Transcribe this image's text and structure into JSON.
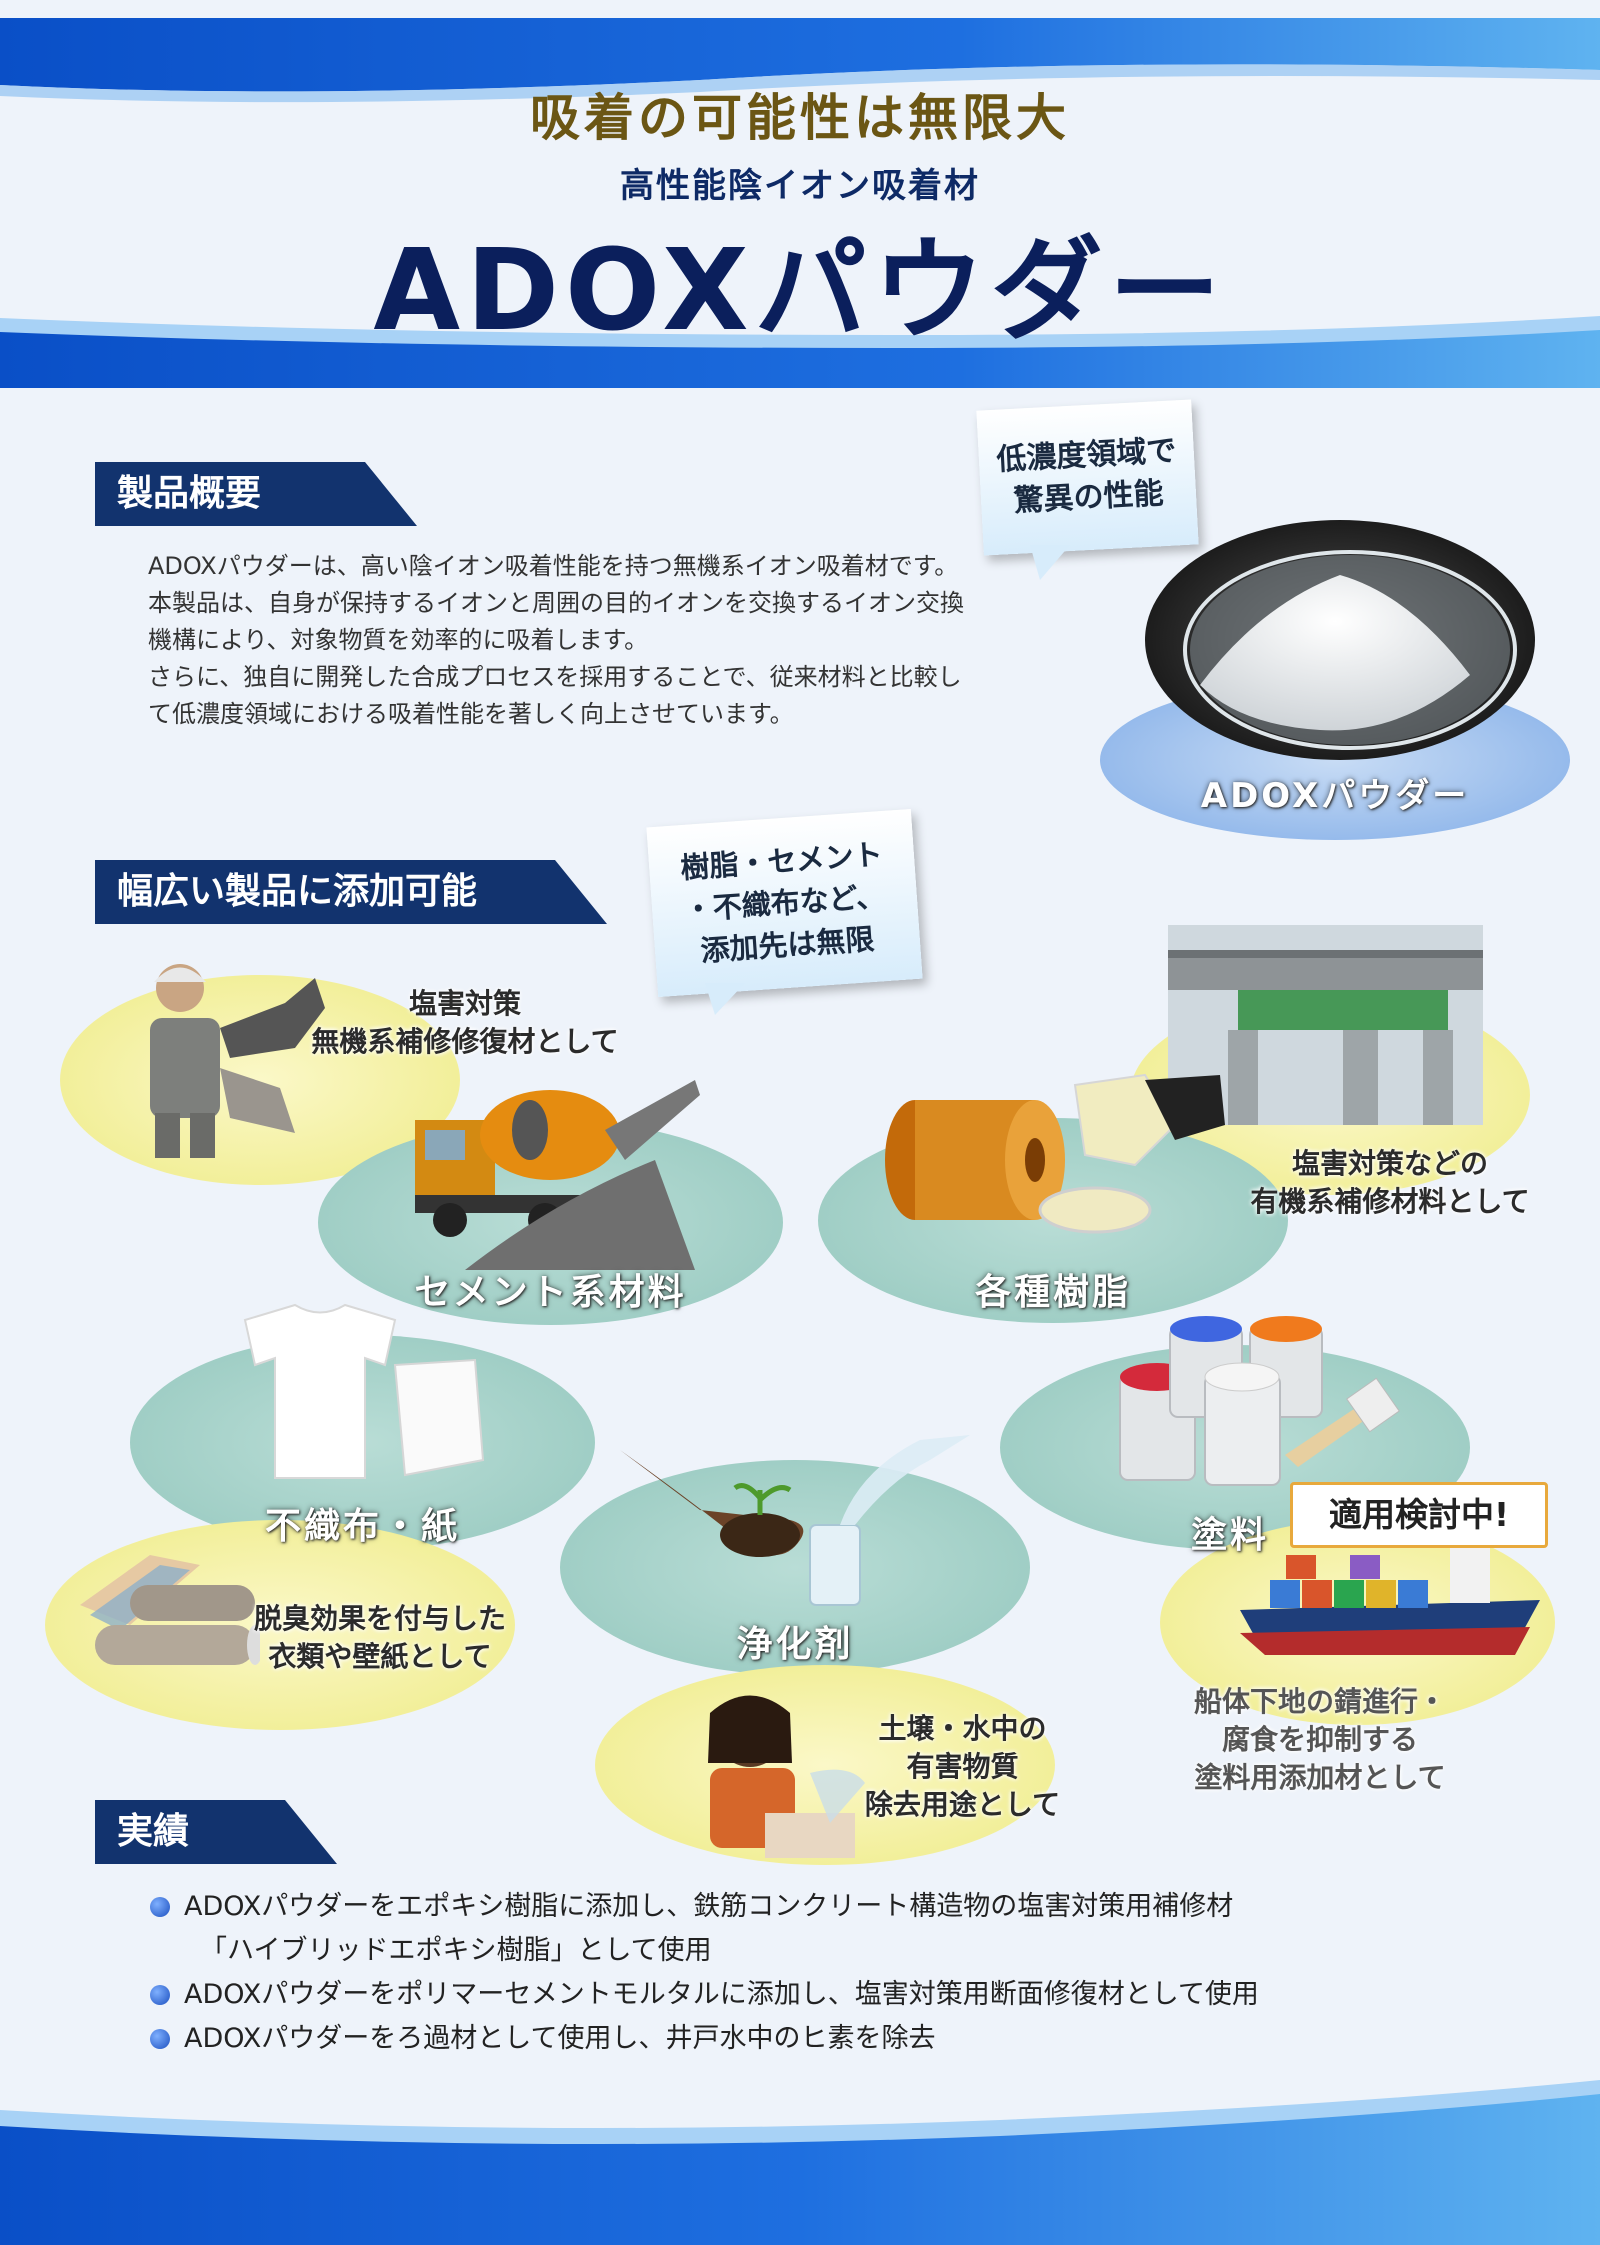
{
  "header": {
    "tagline": "吸着の可能性は無限大",
    "subtitle": "高性能陰イオン吸着材",
    "product_name": "ADOXパウダー"
  },
  "overview": {
    "heading": "製品概要",
    "text_lines": [
      "ADOXパウダーは、高い陰イオン吸着性能を持つ無機系イオン吸着材です。",
      "本製品は、自身が保持するイオンと周囲の目的イオンを交換するイオン交換",
      "機構により、対象物質を効率的に吸着します。",
      "さらに、独自に開発した合成プロセスを採用することで、従来材料と比較し",
      "て低濃度領域における吸着性能を著しく向上させています。"
    ],
    "bubble_line1": "低濃度領域で",
    "bubble_line2": "驚異の性能",
    "product_label": "ADOXパウダー"
  },
  "applications": {
    "heading": "幅広い製品に添加可能",
    "bubble_line1": "樹脂・セメント",
    "bubble_line2": "・不織布など、",
    "bubble_line3": "添加先は無限",
    "categories": {
      "cement": "セメント系材料",
      "resin": "各種樹脂",
      "nonwoven": "不織布・紙",
      "paint": "塗料",
      "purifier": "浄化剤"
    },
    "notes": {
      "cement_line1": "塩害対策",
      "cement_line2": "無機系補修修復材として",
      "resin_line1": "塩害対策などの",
      "resin_line2": "有機系補修材料として",
      "nonwoven_line1": "脱臭効果を付与した",
      "nonwoven_line2": "衣類や壁紙として",
      "purifier_line1": "土壌・水中の",
      "purifier_line2": "有害物質",
      "purifier_line3": "除去用途として",
      "paint_line1": "船体下地の錆進行・",
      "paint_line2": "腐食を抑制する",
      "paint_line3": "塗料用添加材として"
    },
    "badge": "適用検討中!"
  },
  "results": {
    "heading": "実績",
    "items": [
      "ADOXパウダーをエポキシ樹脂に添加し、鉄筋コンクリート構造物の塩害対策用補修材",
      "「ハイブリッドエポキシ樹脂」として使用",
      "ADOXパウダーをポリマーセメントモルタルに添加し、塩害対策用断面修復材として使用",
      "ADOXパウダーをろ過材として使用し、井戸水中のヒ素を除去"
    ]
  },
  "colors": {
    "navy": "#12336e",
    "title_gold": "#6b5614",
    "accent_blue": "#1b5fd1"
  }
}
